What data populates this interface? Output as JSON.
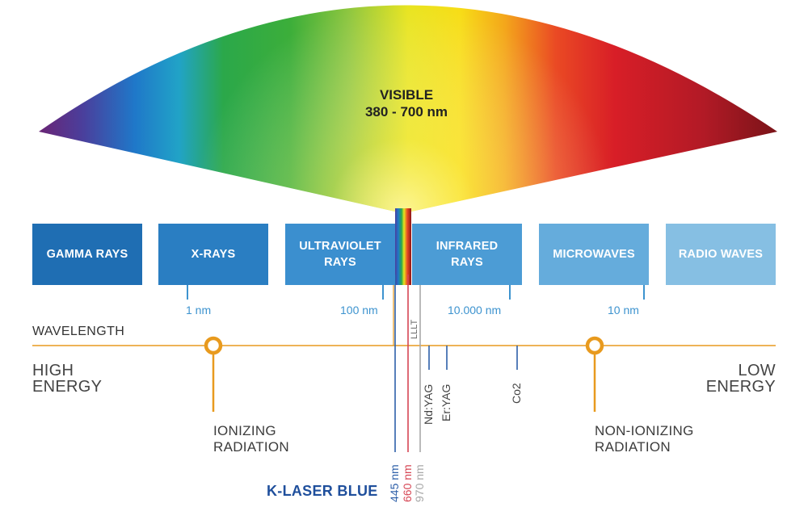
{
  "visible": {
    "title": "VISIBLE",
    "range": "380 - 700 nm"
  },
  "bands": [
    {
      "label": "GAMMA RAYS",
      "color": "#1f6eb3"
    },
    {
      "label": "X-RAYS",
      "color": "#2a7ec2"
    },
    {
      "label": "ULTRAVIOLET\nRAYS",
      "color": "#3b8fcf"
    },
    {
      "label": "INFRARED\nRAYS",
      "color": "#4c9cd5"
    },
    {
      "label": "MICROWAVES",
      "color": "#65acdc"
    },
    {
      "label": "RADIO WAVES",
      "color": "#86bfe3"
    }
  ],
  "wavelength_marks": [
    "1 nm",
    "100 nm",
    "10.000 nm",
    "10 nm"
  ],
  "axis": {
    "label": "WAVELENGTH",
    "high": "HIGH\nENERGY",
    "low": "LOW\nENERGY",
    "line_color": "#e89a1e"
  },
  "radiation": {
    "ionizing": "IONIZING\nRADIATION",
    "non_ionizing": "NON-IONIZING\nRADIATION"
  },
  "markers": {
    "lllt": "LLLT",
    "ndyag": "Nd:YAG",
    "eryag": "Er:YAG",
    "co2": "Co2"
  },
  "laser": {
    "brand": "K-LASER BLUE",
    "brand_color": "#1f4f9c",
    "wl445": "445 nm",
    "wl660": "660 nm",
    "wl970": "970 nm",
    "color445": "#2d5fa8",
    "color660": "#d64553",
    "color970": "#a8a8a8"
  }
}
